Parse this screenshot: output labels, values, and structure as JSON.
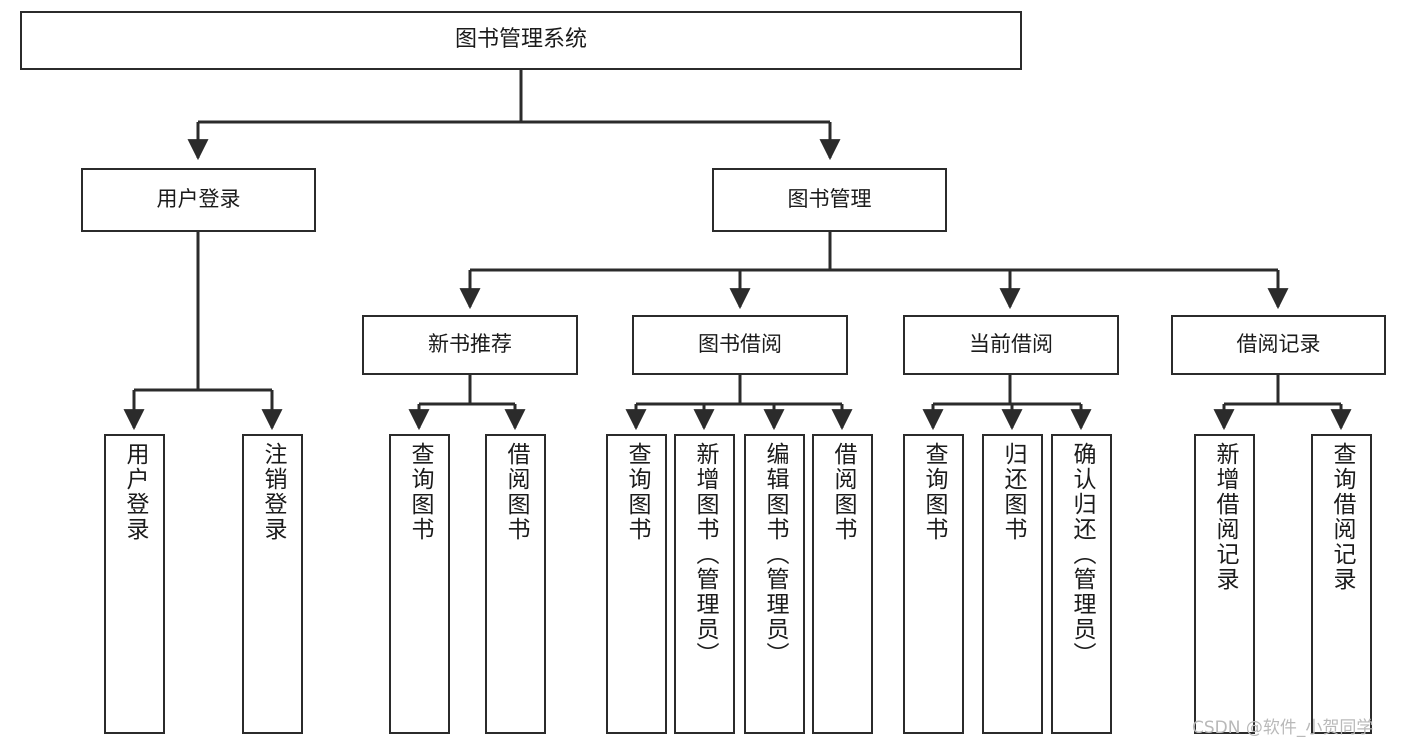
{
  "diagram": {
    "title": "图书管理系统",
    "root": {
      "id": "root",
      "label": "图书管理系统"
    },
    "level1": [
      {
        "id": "user-login",
        "label": "用户登录"
      },
      {
        "id": "book-management",
        "label": "图书管理"
      }
    ],
    "level2": [
      {
        "id": "new-book-recommend",
        "label": "新书推荐"
      },
      {
        "id": "book-borrow",
        "label": "图书借阅"
      },
      {
        "id": "current-borrow",
        "label": "当前借阅"
      },
      {
        "id": "borrow-record",
        "label": "借阅记录"
      }
    ],
    "leaves": {
      "user_login": [
        {
          "id": "leaf-user-login",
          "label": "用户登录"
        },
        {
          "id": "leaf-logout-login",
          "label": "注销登录"
        }
      ],
      "new_book_recommend": [
        {
          "id": "leaf-query-book-1",
          "label": "查询图书"
        },
        {
          "id": "leaf-borrow-book-1",
          "label": "借阅图书"
        }
      ],
      "book_borrow": [
        {
          "id": "leaf-query-book-2",
          "label": "查询图书"
        },
        {
          "id": "leaf-add-book-admin",
          "label": "新增图书（管理员）"
        },
        {
          "id": "leaf-edit-book-admin",
          "label": "编辑图书（管理员）"
        },
        {
          "id": "leaf-borrow-book-2",
          "label": "借阅图书"
        }
      ],
      "current_borrow": [
        {
          "id": "leaf-query-book-3",
          "label": "查询图书"
        },
        {
          "id": "leaf-return-book",
          "label": "归还图书"
        },
        {
          "id": "leaf-confirm-return-admin",
          "label": "确认归还（管理员）"
        }
      ],
      "borrow_record": [
        {
          "id": "leaf-add-borrow-record",
          "label": "新增借阅记录"
        },
        {
          "id": "leaf-query-borrow-record",
          "label": "查询借阅记录"
        }
      ]
    },
    "colors": {
      "border": "#2b2b2b",
      "background": "#ffffff",
      "text": "#1b1b1b",
      "watermark": "#b9b9b9"
    }
  },
  "watermark": {
    "text": "CSDN @软件_小贺同学"
  }
}
